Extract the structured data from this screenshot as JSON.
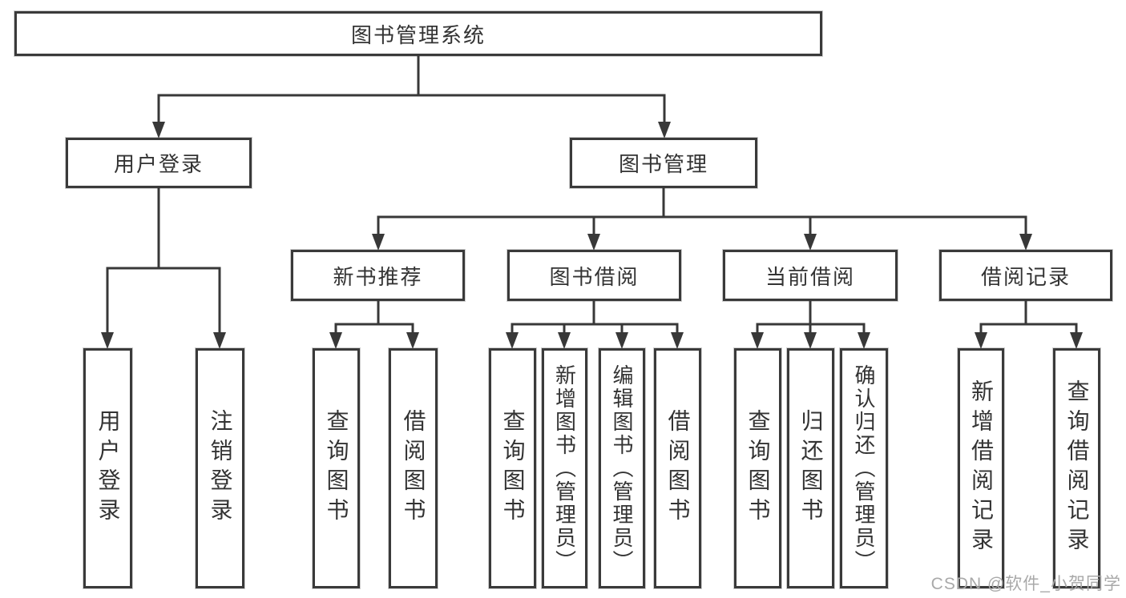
{
  "diagram": {
    "title": "图书管理系统",
    "colors": {
      "line": "#383838",
      "border": "#3a3a3a",
      "text": "#333333",
      "watermark": "#a9a9a9",
      "background": "#ffffff"
    },
    "level2": {
      "user_login": "用户登录",
      "book_mgmt": "图书管理"
    },
    "level3": {
      "new_book": "新书推荐",
      "book_borrow": "图书借阅",
      "current_borrow": "当前借阅",
      "borrow_record": "借阅记录"
    },
    "leaves": {
      "user_login": [
        "用户登录",
        "注销登录"
      ],
      "new_book": [
        "查询图书",
        "借阅图书"
      ],
      "book_borrow": [
        "查询图书",
        "新增图书（管理员）",
        "编辑图书（管理员）",
        "借阅图书"
      ],
      "current_borrow": [
        "查询图书",
        "归还图书",
        "确认归还（管理员）"
      ],
      "borrow_record": [
        "新增借阅记录",
        "查询借阅记录"
      ]
    },
    "watermark": "CSDN @软件_小贺同学"
  }
}
